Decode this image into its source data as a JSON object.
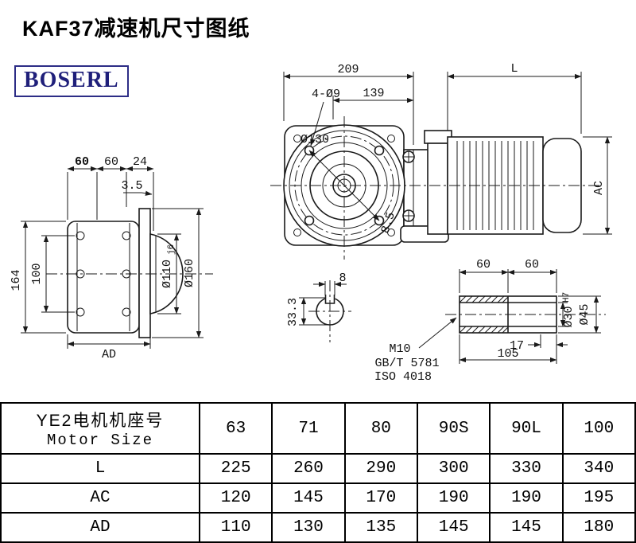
{
  "header": {
    "title": "KAF37减速机尺寸图纸",
    "logo": "BOSERL"
  },
  "front_view": {
    "dim_total_width": "209",
    "dim_flange_width": "139",
    "dim_motor_length": "L",
    "label_bolt_holes": "4-Ø9",
    "label_bolt_circle": "Ø130",
    "dim_motor_height": "AC",
    "label_rib": "8.5"
  },
  "side_view_left": {
    "dim_60_left": "60",
    "dim_60_right": "60",
    "dim_24": "24",
    "dim_3_5": "3.5",
    "dim_height": "164",
    "dim_hole_spacing": "100",
    "dim_AD": "AD",
    "dim_spigot": "Ø110",
    "dim_spigot_tol": "j6",
    "dim_flange": "Ø160"
  },
  "shaft_section": {
    "dim_key_width": "8",
    "dim_key_depth": "33.3",
    "thread_spec": "M10",
    "standard_gb": "GB/T 5781",
    "standard_iso": "ISO 4018"
  },
  "shaft_detail": {
    "dim_60_left": "60",
    "dim_60_right": "60",
    "dim_17": "17",
    "dim_105": "105",
    "dim_bore": "Ø30",
    "dim_bore_tol": "H7",
    "dim_od": "Ø45"
  },
  "table": {
    "row_header": {
      "cn": "YE2电机机座号",
      "en": "Motor Size"
    },
    "motor_sizes": [
      "63",
      "71",
      "80",
      "90S",
      "90L",
      "100"
    ],
    "rows": [
      {
        "label": "L",
        "values": [
          "225",
          "260",
          "290",
          "300",
          "330",
          "340"
        ]
      },
      {
        "label": "AC",
        "values": [
          "120",
          "145",
          "170",
          "190",
          "190",
          "195"
        ]
      },
      {
        "label": "AD",
        "values": [
          "110",
          "130",
          "135",
          "145",
          "145",
          "180"
        ]
      }
    ]
  }
}
